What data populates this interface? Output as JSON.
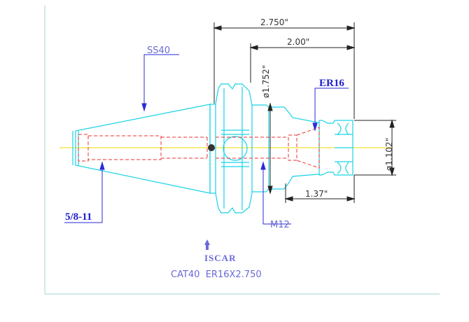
{
  "dimensions": {
    "overall_length": "2.750\"",
    "nose_length": "2.00\"",
    "flange_diameter": "ø1.752\"",
    "nut_diameter": "ø1.102\"",
    "nut_length": "1.37\""
  },
  "callouts": {
    "shank": "SS40",
    "collet": "ER16",
    "drawbar_thread": "5/8-11",
    "stop_screw": "M12"
  },
  "title_block": {
    "logo": "ISCAR",
    "part_number": "CAT40  ER16X2.750"
  },
  "colors": {
    "body": "#19d3e6",
    "hidden": "#ee3030",
    "dimension": "#222222",
    "callout_leader": "#2a2ad8",
    "centerline": "#f5d800",
    "frame": "#9fd7d2"
  }
}
